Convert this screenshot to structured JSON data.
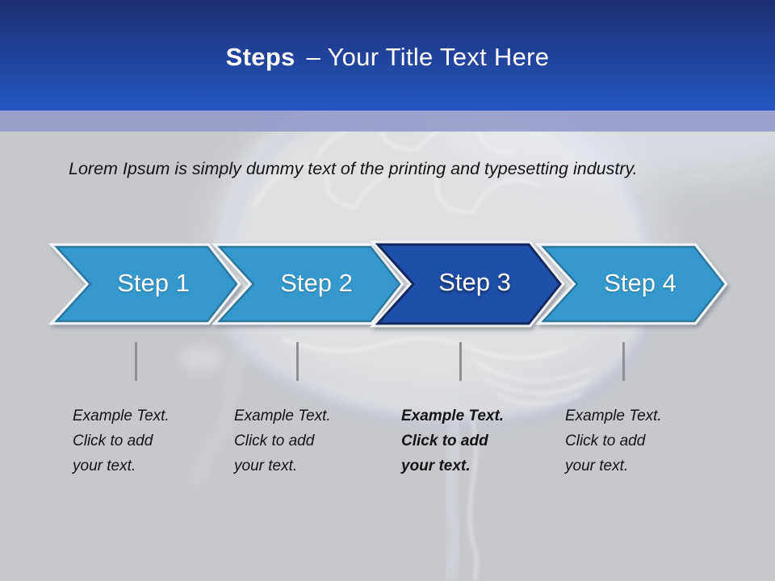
{
  "slide": {
    "header": {
      "title_emphasis": "Steps",
      "title_rest": "– Your Title Text Here"
    },
    "intro_text": "Lorem Ipsum is simply dummy text of the printing and typesetting industry.",
    "steps": [
      {
        "label": "Step 1",
        "description": "Example Text.\nClick  to add\nyour text.",
        "highlighted": false
      },
      {
        "label": "Step 2",
        "description": "Example Text.\nClick  to add\nyour text.",
        "highlighted": false
      },
      {
        "label": "Step 3",
        "description": "Example Text.\nClick  to add\nyour text.",
        "highlighted": true
      },
      {
        "label": "Step 4",
        "description": "Example Text.\nClick  to add\nyour text.",
        "highlighted": false
      }
    ]
  },
  "colors": {
    "header_gradient_top": "#1e2f72",
    "header_gradient_bottom": "#2456c2",
    "accent_band": "#8f9ac8",
    "canvas_background": "#c6c8cc",
    "step_fill": "#3599cd",
    "step_border": "#2a77a0",
    "step_active_fill": "#1f4fa8",
    "step_active_border": "#16295e",
    "tick_gray": "#8f8f92",
    "title_text": "#ffffff",
    "body_text": "#141414"
  }
}
